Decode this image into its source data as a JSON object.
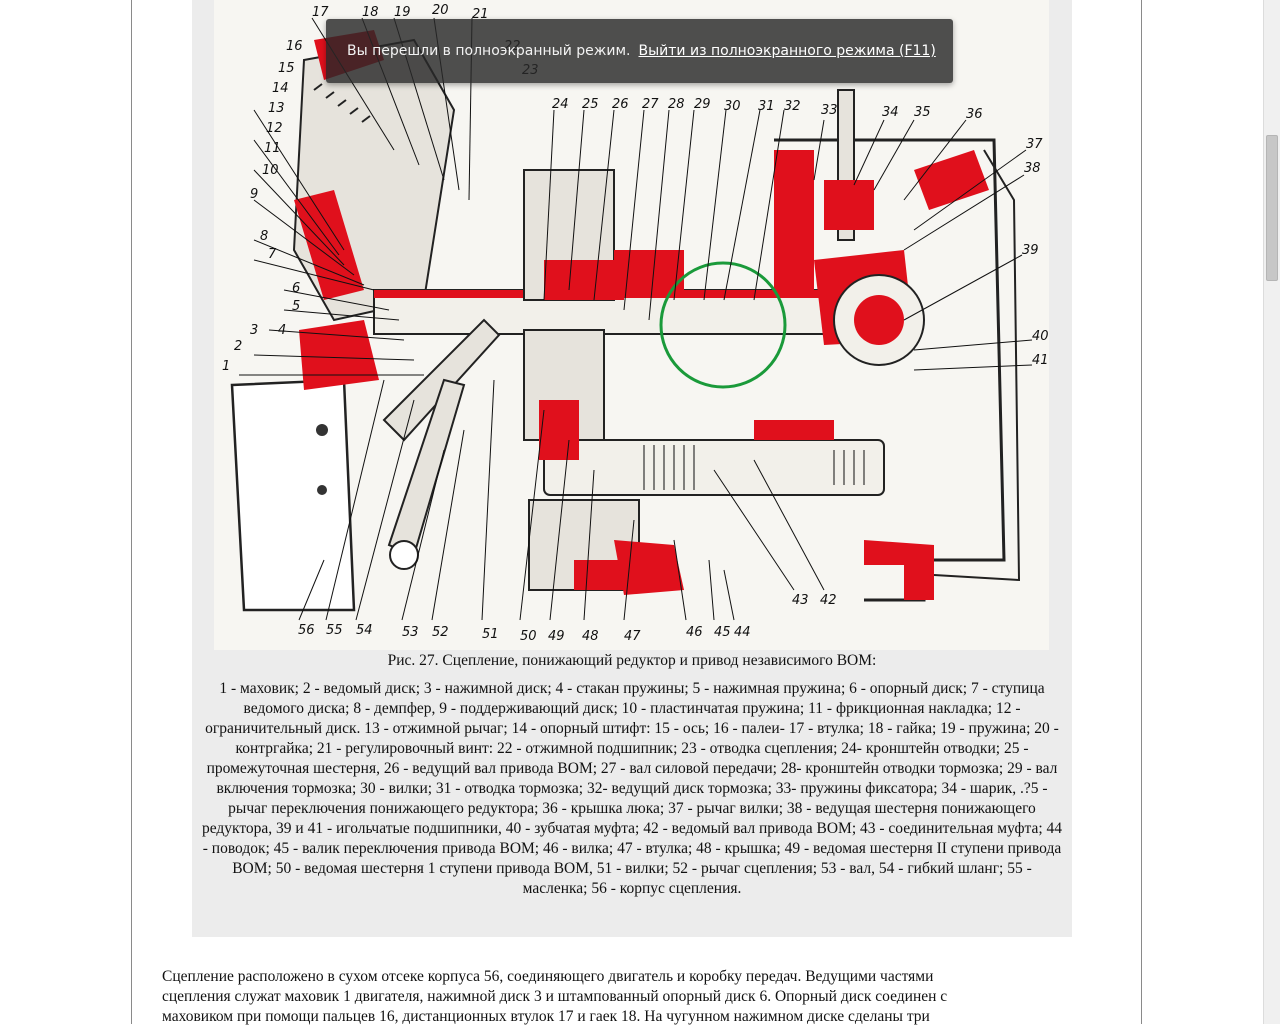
{
  "fullscreen_banner": {
    "message": "Вы перешли в полноэкранный режим.",
    "exit_link": "Выйти из полноэкранного режима (F11)"
  },
  "figure": {
    "caption": "Рис. 27. Сцепление, понижающий редуктор и привод независимого ВОМ:",
    "legend": "1 - маховик; 2 - ведомый диск; 3 - нажимной диск; 4 - стакан пружины; 5 - нажимная пружина; 6 - опорный диск; 7 - ступица ведомого диска; 8 - демпфер, 9 - поддерживающий диск; 10 - пластинчатая пружина; 11 - фрикционная накладка; 12 - ограничительный диск. 13 - отжимной рычаг; 14 - опорный штифт: 15 - ось; 16 - палеи- 17 - втулка; 18 - гайка; 19 - пружина; 20 - контргайка; 21 - регулировочный винт: 22 - отжимной подшипник; 23 - отводка сцепления; 24- кронштейн отводки; 25 - промежуточная шестерня, 26 - ведущий вал привода ВОМ; 27 - вал силовой передачи; 28- кронштейн отводки тормозка; 29 - вал включения тормозка; 30 - вилки; 31 - отводка тормозка; 32- ведущий диск тормозка; 33- пружины фиксатора; 34 - шарик, .?5 - рычаг переключения понижающего редуктора; 36 - крышка люка; 37 - рычаг вилки; 38 - ведущая шестерня понижающего редуктора, 39 и 41 - игольчатые подшипники, 40 - зубчатая муфта; 42 - ведомый вал привода ВОМ; 43 - соединительная муфта; 44 - поводок; 45 - валик переключения привода ВОМ; 46 - вилка; 47 - втулка; 48 - крышка; 49 - ведомая шестерня II ступени привода ВОМ; 50 - ведомая шестерня 1 ступени привода ВОМ, 51 - вилки; 52 - рычаг сцепления; 53 - вал, 54 - гибкий шланг; 55 - масленка; 56 - корпус сцепления.",
    "part_numbers_top": [
      "17",
      "18",
      "19",
      "20",
      "21",
      "22",
      "23",
      "24",
      "25",
      "26",
      "27",
      "28",
      "29",
      "30",
      "31",
      "32",
      "33",
      "34",
      "35",
      "36",
      "37",
      "38"
    ],
    "part_numbers_left": [
      "16",
      "15",
      "14",
      "13",
      "12",
      "11",
      "10",
      "9",
      "8",
      "7",
      "6",
      "5",
      "4",
      "3",
      "2",
      "1"
    ],
    "part_numbers_right": [
      "39",
      "40",
      "41"
    ],
    "part_numbers_bottom": [
      "56",
      "55",
      "54",
      "53",
      "52",
      "51",
      "50",
      "49",
      "48",
      "47",
      "46",
      "45",
      "44",
      "43",
      "42"
    ]
  },
  "body": {
    "lines": [
      "Сцепление расположено в сухом отсеке корпуса 56, соединяющего двигатель и коробку передач. Ведущими частями",
      "сцепления служат маховик 1 двигателя, нажимной диск 3 и штампованный опорный диск 6. Опорный диск соединен с",
      "маховиком при помощи пальцев 16, дистанционных втулок 17 и гаек 18. На чугунном нажимном диске сделаны три"
    ]
  },
  "colors": {
    "diagram_red": "#e0101c",
    "banner_bg": "#2b2b2b",
    "highlight_circle": "#1a9a3a"
  }
}
